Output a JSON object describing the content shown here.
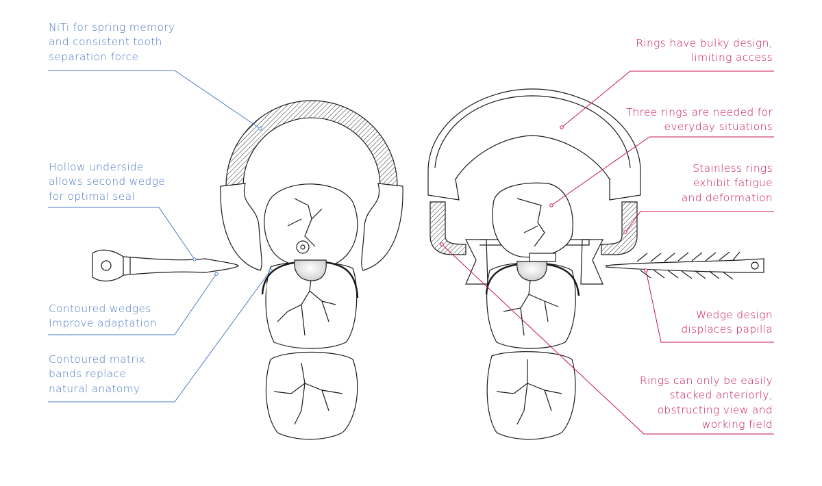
{
  "colors": {
    "left_accent": "#4b79c4",
    "right_accent": "#c8144c",
    "line": "#1a1a1a"
  },
  "left_labels": [
    {
      "lines": [
        "NiTi for spring memory",
        "and consistent tooth",
        "separation force"
      ]
    },
    {
      "lines": [
        "Hollow underside",
        "allows second wedge",
        "for optimal seal"
      ]
    },
    {
      "lines": [
        "Contoured wedges",
        "Improve adaptation"
      ]
    },
    {
      "lines": [
        "Contoured matrix",
        "bands replace",
        "natural anatomy"
      ]
    }
  ],
  "right_labels": [
    {
      "lines": [
        "Rings have bulky design,",
        "limiting access"
      ]
    },
    {
      "lines": [
        "Three rings are needed for",
        "everyday situations"
      ]
    },
    {
      "lines": [
        "Stainless rings",
        "exhibit fatigue",
        "and deformation"
      ]
    },
    {
      "lines": [
        "Wedge design",
        "displaces papilla"
      ]
    },
    {
      "lines": [
        "Rings can only be easily",
        "stacked anteriorly,",
        "obstructing view and",
        "working field"
      ]
    }
  ]
}
